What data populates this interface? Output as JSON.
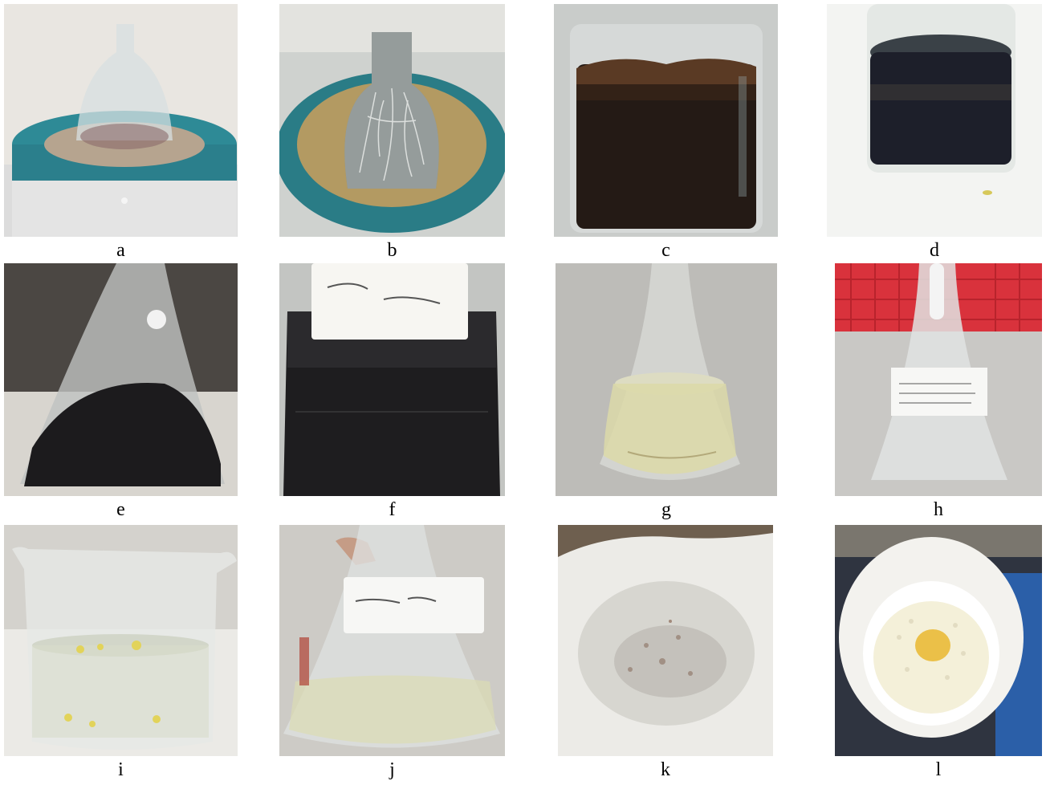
{
  "panels": [
    {
      "label": "a",
      "depicts": "glass flask in teal heating mantle"
    },
    {
      "label": "b",
      "depicts": "flask with fibrous material in heating mantle"
    },
    {
      "label": "c",
      "depicts": "beaker with dark liquid"
    },
    {
      "label": "d",
      "depicts": "beaker with dark liquid close-up"
    },
    {
      "label": "e",
      "depicts": "erlenmeyer flask with dark liquid"
    },
    {
      "label": "f",
      "depicts": "labeled flask with dark liquid"
    },
    {
      "label": "g",
      "depicts": "erlenmeyer flask with pale yellow liquid"
    },
    {
      "label": "h",
      "depicts": "labeled erlenmeyer flask with clear liquid"
    },
    {
      "label": "i",
      "depicts": "beaker with clear liquid and yellow particles"
    },
    {
      "label": "j",
      "depicts": "labeled flask with clear liquid"
    },
    {
      "label": "k",
      "depicts": "porcelain dish with residue"
    },
    {
      "label": "l",
      "depicts": "funnel with yellow residue"
    }
  ]
}
